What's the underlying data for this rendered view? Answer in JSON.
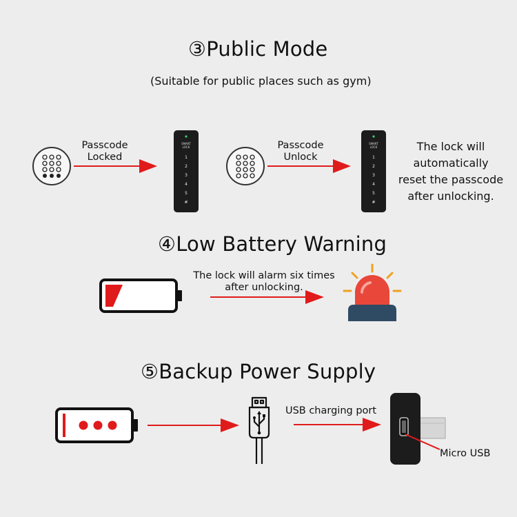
{
  "public_mode": {
    "title": "③Public Mode",
    "subtitle": "(Suitable for public places such as gym)",
    "left_label_line1": "Passcode",
    "left_label_line2": "Locked",
    "right_label_line1": "Passcode",
    "right_label_line2": "Unlock",
    "lock_brand_line1": "SMART",
    "lock_brand_line2": "LOCK",
    "lock_keys": [
      "1",
      "2",
      "3",
      "4",
      "5",
      "#"
    ],
    "side_note_line1": "The lock will",
    "side_note_line2": "automatically",
    "side_note_line3": "reset the passcode",
    "side_note_line4": "after unlocking."
  },
  "low_battery": {
    "title": "④Low Battery Warning",
    "label_line1": "The lock will alarm six times",
    "label_line2": "after unlocking."
  },
  "backup_power": {
    "title": "⑤Backup Power Supply",
    "usb_label": "USB charging port",
    "micro_usb_label": "Micro USB"
  },
  "colors": {
    "arrow_red": "#e01b1b",
    "alarm_red": "#e8473a",
    "alarm_base": "#2f4a63",
    "lock_body": "#1c1c1c"
  }
}
